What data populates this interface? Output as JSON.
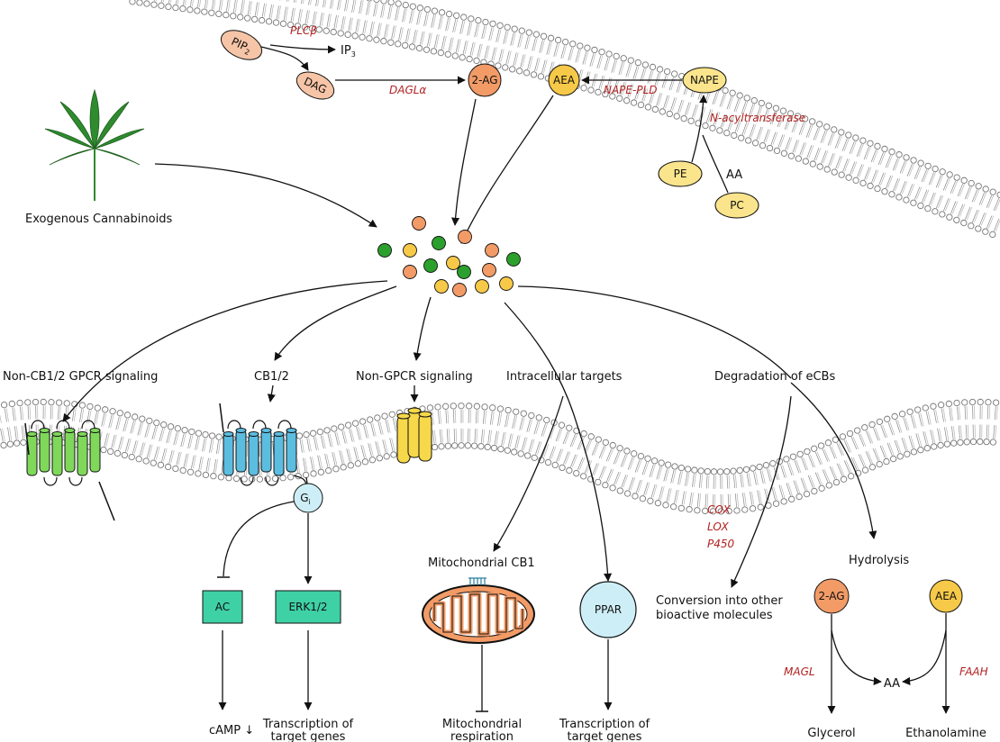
{
  "colors": {
    "orange_node": "#f29b66",
    "yellow_node": "#f7c948",
    "green_node": "#2ca02c",
    "pale_yellow": "#fbe58c",
    "peach": "#f6c4a6",
    "cb1_blue": "#5bbde0",
    "gpcr_green": "#7fd85a",
    "channel_yellow": "#f6d84a",
    "teal_box": "#3fd1a6",
    "gi_blue": "#cdeef6",
    "enzyme_red": "#b22222",
    "leaf_green": "#2e8b2e"
  },
  "icons": [
    "cannabis-leaf-icon",
    "membrane-icon",
    "receptor-icon",
    "ion-channel-icon",
    "mitochondrion-icon"
  ],
  "top": {
    "pip2": "PIP",
    "pip2_sub": "2",
    "dag": "DAG",
    "plcb": "PLCβ",
    "ip3": "IP",
    "ip3_sub": "3",
    "dagla": "DAGLα",
    "two_ag": "2-AG",
    "aea": "AEA",
    "nape_pld": "NAPE-PLD",
    "nape": "NAPE",
    "n_acyl": "N-acyltransferase",
    "pe": "PE",
    "aa": "AA",
    "pc": "PC"
  },
  "exogenous": "Exogenous Cannabinoids",
  "pathways": {
    "non_cb": "Non-CB1/2 GPCR signaling",
    "cb12": "CB1/2",
    "non_gpcr": "Non-GPCR signaling",
    "intracellular": "Intracellular targets",
    "degradation": "Degradation of eCBs"
  },
  "signaling": {
    "gi": "G",
    "gi_sub": "i",
    "ac": "AC",
    "erk": "ERK1/2",
    "camp": "cAMP ↓",
    "transcription_1": "Transcription of",
    "transcription_2": "target genes"
  },
  "intracellular": {
    "mito_cb1": "Mitochondrial CB1",
    "ppar": "PPAR",
    "mito_resp_1": "Mitochondrial",
    "mito_resp_2": "respiration",
    "ppar_tx_1": "Transcription of",
    "ppar_tx_2": "target genes"
  },
  "degradation": {
    "cox": "COX",
    "lox": "LOX",
    "p450": "P450",
    "conversion_1": "Conversion into other",
    "conversion_2": "bioactive molecules",
    "hydrolysis": "Hydrolysis",
    "two_ag": "2-AG",
    "aea": "AEA",
    "magl": "MAGL",
    "faah": "FAAH",
    "aa": "AA",
    "glycerol": "Glycerol",
    "ethanolamine": "Ethanolamine"
  }
}
